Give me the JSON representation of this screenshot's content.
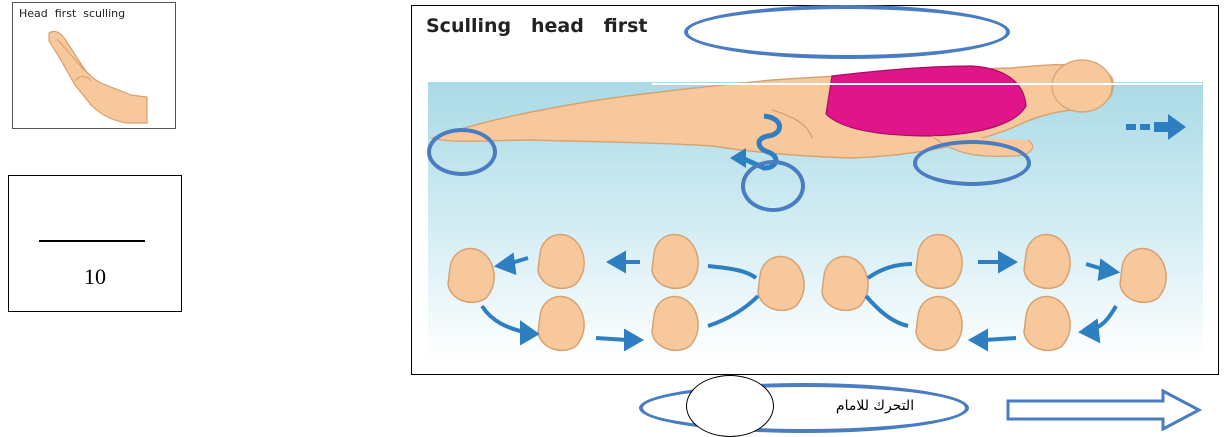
{
  "thumbnail": {
    "title": "Head  first  sculling",
    "icon": "pointing-hand-icon"
  },
  "score": {
    "numerator": "",
    "denominator": "10"
  },
  "figure": {
    "title": "Sculling   head   first",
    "icons": [
      "swimmer-illustration",
      "sculling-hands-icon",
      "forward-arrow-icon"
    ]
  },
  "answer": {
    "label": "التحرك للامام",
    "arrow_icon": "right-outline-arrow-icon"
  },
  "colors": {
    "ellipse_blue": "#4a7cc2",
    "water": "#c4e6ef",
    "skin": "#f7c89b",
    "swimsuit": "#e0158a",
    "arrow_blue": "#2e7fc1"
  }
}
